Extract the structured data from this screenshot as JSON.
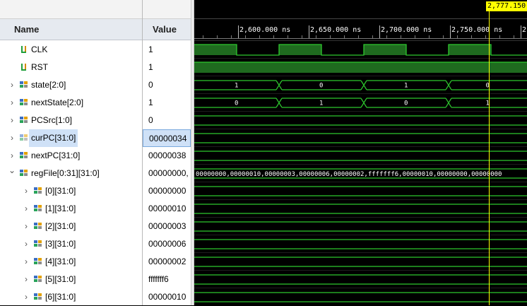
{
  "headers": {
    "name": "Name",
    "value": "Value"
  },
  "signals": [
    {
      "name": "CLK",
      "value": "1",
      "kind": "bit",
      "expand": false
    },
    {
      "name": "RST",
      "value": "1",
      "kind": "bit",
      "expand": false
    },
    {
      "name": "state[2:0]",
      "value": "0",
      "kind": "bus",
      "expand": true
    },
    {
      "name": "nextState[2:0]",
      "value": "1",
      "kind": "bus",
      "expand": true
    },
    {
      "name": "PCSrc[1:0]",
      "value": "0",
      "kind": "bus",
      "expand": true
    },
    {
      "name": "curPC[31:0]",
      "value": "00000034",
      "kind": "bus",
      "expand": true,
      "selected": true
    },
    {
      "name": "nextPC[31:0]",
      "value": "00000038",
      "kind": "bus",
      "expand": true
    },
    {
      "name": "regFile[0:31][31:0]",
      "value": "00000000,",
      "kind": "bus",
      "expand": true,
      "expanded": true
    },
    {
      "name": "[0][31:0]",
      "value": "00000000",
      "kind": "bus",
      "expand": true,
      "child": true
    },
    {
      "name": "[1][31:0]",
      "value": "00000010",
      "kind": "bus",
      "expand": true,
      "child": true
    },
    {
      "name": "[2][31:0]",
      "value": "00000003",
      "kind": "bus",
      "expand": true,
      "child": true
    },
    {
      "name": "[3][31:0]",
      "value": "00000006",
      "kind": "bus",
      "expand": true,
      "child": true
    },
    {
      "name": "[4][31:0]",
      "value": "00000002",
      "kind": "bus",
      "expand": true,
      "child": true
    },
    {
      "name": "[5][31:0]",
      "value": "fffffff6",
      "kind": "bus",
      "expand": true,
      "child": true
    },
    {
      "name": "[6][31:0]",
      "value": "00000010",
      "kind": "bus",
      "expand": true,
      "child": true
    }
  ],
  "timeline": {
    "ticks": [
      "2,600.000 ns",
      "2,650.000 ns",
      "2,700.000 ns",
      "2,750.000 ns",
      "2,"
    ],
    "cursor_label": "2,777.150"
  },
  "waves": {
    "state_values": [
      "1",
      "0",
      "1",
      "0"
    ],
    "nextState_values": [
      "0",
      "1",
      "0",
      "1"
    ],
    "regFile_text": "00000000,00000010,00000003,00000006,00000002,fffffff6,00000010,00000000,00000000"
  },
  "colors": {
    "wave": "#2ec82e",
    "wave_fill": "#1f6b1f",
    "cursor": "#ffff00",
    "grid": "#7a7a7a",
    "selection": "#cfe1f7"
  },
  "icons": {
    "bit": "bit-signal-icon",
    "bus": "bus-signal-icon",
    "expand": "chevron-right-icon",
    "collapse": "chevron-down-icon"
  }
}
